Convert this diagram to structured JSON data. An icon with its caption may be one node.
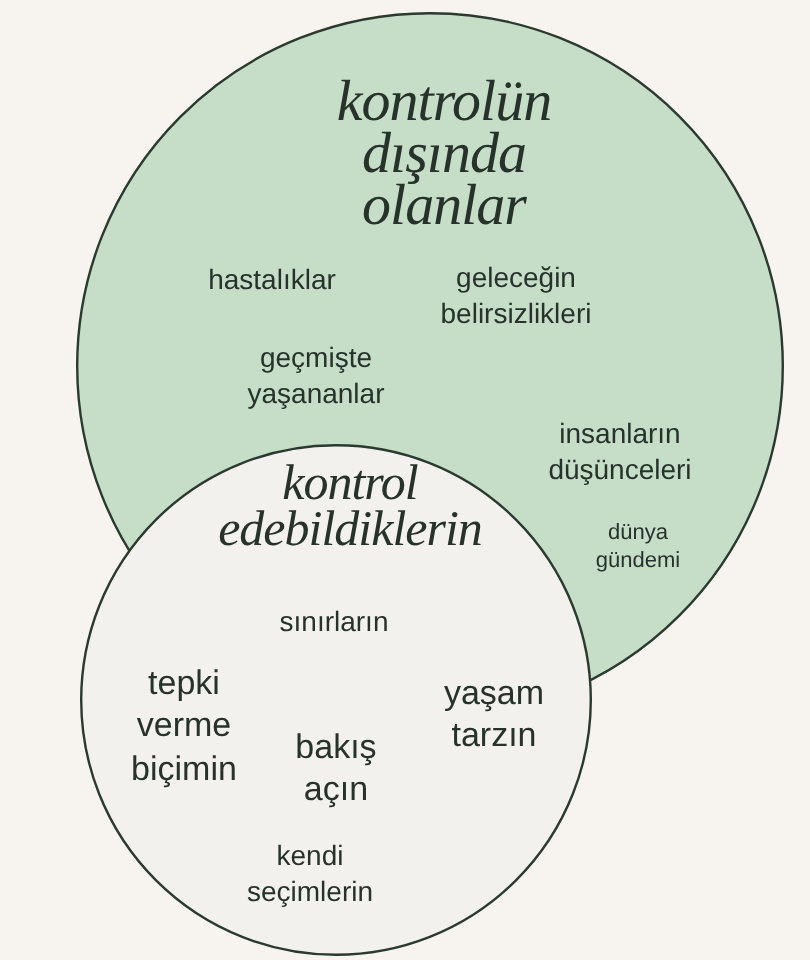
{
  "diagram": {
    "nodes": [
      {
        "text": [
          "kontrolün dışında olanlar",
          "hastalıklar",
          "geleceğin belirsizlikleri",
          "geçmişte yaşananlar",
          "insanların düşünceleri",
          "dünya gündemi"
        ]
      },
      {
        "text": [
          "kontrol edebildiklerin",
          "sınırların",
          "tepki verme biçimin",
          "bakış açın",
          "yaşam tarzın",
          "kendi seçimlerin"
        ]
      }
    ]
  }
}
